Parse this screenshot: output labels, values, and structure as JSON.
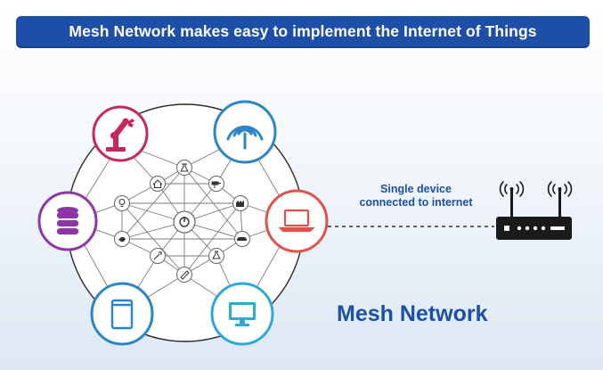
{
  "banner": {
    "title": "Mesh Network makes easy to implement the Internet of Things"
  },
  "router_caption": {
    "line1": "Single device",
    "line2": "connected to internet"
  },
  "diagram_title": "Mesh Network",
  "colors": {
    "banner": "#1d4fa8",
    "text_blue": "#1d4fa8",
    "robot": "#c8265f",
    "antenna": "#2a86c8",
    "laptop": "#e0524b",
    "database": "#8e36a8",
    "tablet": "#2a86c8",
    "monitor": "#2fa9d8",
    "router": "#1a1a1a"
  },
  "devices": [
    {
      "name": "robot-arm-icon"
    },
    {
      "name": "antenna-icon"
    },
    {
      "name": "database-icon"
    },
    {
      "name": "laptop-icon"
    },
    {
      "name": "tablet-icon"
    },
    {
      "name": "monitor-icon"
    }
  ],
  "mesh_nodes": [
    {
      "name": "gear-node-icon"
    },
    {
      "name": "house-node-icon"
    },
    {
      "name": "drill-node-icon"
    },
    {
      "name": "bulb-node-icon"
    },
    {
      "name": "factory-node-icon"
    },
    {
      "name": "hand-node-icon"
    },
    {
      "name": "plug-node-icon"
    },
    {
      "name": "car-node-icon"
    },
    {
      "name": "wrench-node-icon"
    },
    {
      "name": "flask-node-icon"
    },
    {
      "name": "arrow-node-icon"
    },
    {
      "name": "pen-node-icon"
    }
  ]
}
